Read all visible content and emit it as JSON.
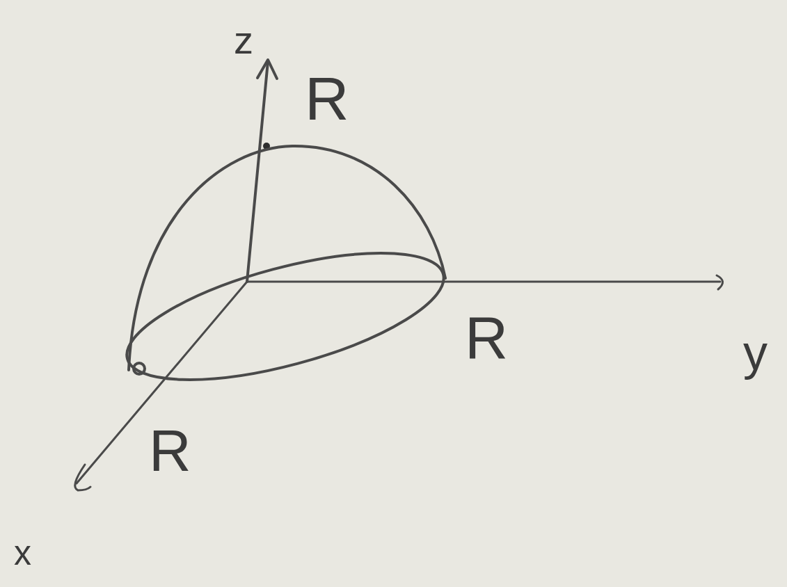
{
  "diagram": {
    "labels": [
      "z",
      "R",
      "R",
      "y",
      "R",
      "x"
    ]
  }
}
